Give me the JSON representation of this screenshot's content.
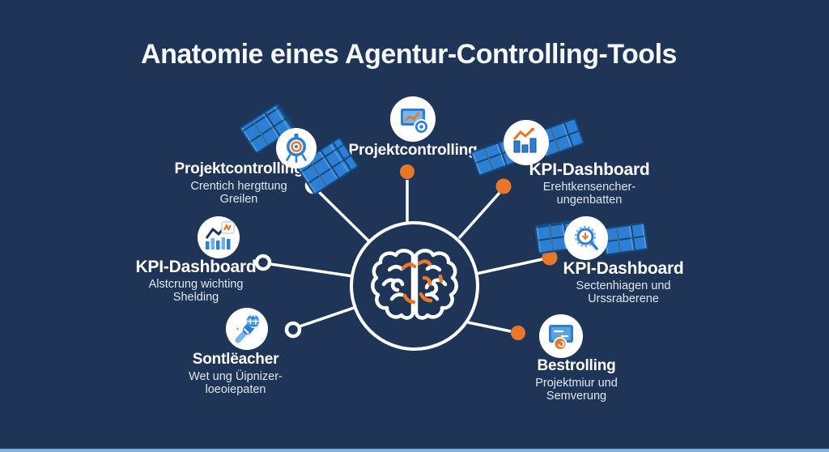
{
  "title": "Anatomie eines Agentur-Controlling-Tools",
  "colors": {
    "background": "#1E3557",
    "accent_orange": "#E8772A",
    "icon_blue": "#2D7FD4",
    "panel_blue_dark": "#12497F",
    "line_white": "#FFFFFF",
    "footer_strip": "#7FB2D9"
  },
  "hub": {
    "icon": "brain-icon"
  },
  "nodes": [
    {
      "label": "Projektcontrolling",
      "sub1": "",
      "sub2": "",
      "icon": "chart-monitor-icon",
      "connector": "orange-dot"
    },
    {
      "label": "Projektcontrolling",
      "sub1": "Crentich hergttung",
      "sub2": "Greilen",
      "icon": "satellite-gauge-icon",
      "connector": "white-ring"
    },
    {
      "label": "KPI-Dashboard",
      "sub1": "Erehtkensencher-",
      "sub2": "ungenbatten",
      "icon": "satellite-barchart-icon",
      "connector": "orange-dot"
    },
    {
      "label": "KPI-Dashboard",
      "sub1": "Alstcrung wichting",
      "sub2": "Shelding",
      "icon": "barchart-badge-icon",
      "connector": "white-ring"
    },
    {
      "label": "Sontlëacher",
      "sub1": "Wet ung Üipnizer-",
      "sub2": "loeoiepaten",
      "icon": "torch-globe-icon",
      "connector": "white-ring"
    },
    {
      "label": "KPI-Dashboard",
      "sub1": "Sectenhiagen und",
      "sub2": "Urssraberene",
      "icon": "satellite-magnifier-icon",
      "connector": "orange-dot"
    },
    {
      "label": "Bestrolling",
      "sub1": "Projektmiur und",
      "sub2": "Semverung",
      "icon": "card-badge-icon",
      "connector": "orange-dot"
    }
  ]
}
